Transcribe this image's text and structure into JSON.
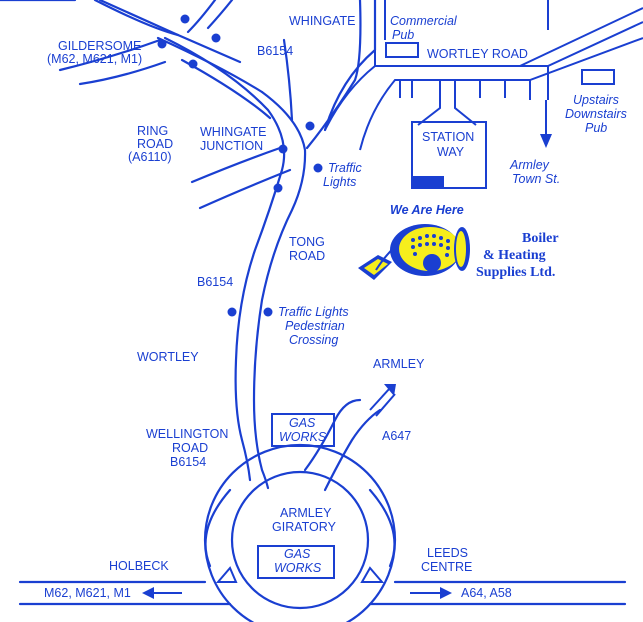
{
  "colors": {
    "ink": "#1a3fd1",
    "logo_yellow": "#f6ee1c",
    "background": "#ffffff"
  },
  "labels": {
    "gildersome": "GILDERSOME",
    "gildersome_routes": "(M62, M621, M1)",
    "ring_road": "RING",
    "ring_road_2": "ROAD",
    "ring_road_num": "(A6110)",
    "whingate": "WHINGATE",
    "b6154_top": "B6154",
    "whingate_junction": "WHINGATE",
    "whingate_junction_2": "JUNCTION",
    "traffic_lights": "Traffic",
    "traffic_lights_2": "Lights",
    "commercial_pub": "Commercial",
    "commercial_pub_2": "Pub",
    "wortley_road": "WORTLEY ROAD",
    "upstairs_pub": "Upstairs",
    "upstairs_pub_2": "Downstairs",
    "upstairs_pub_3": "Pub",
    "station_way": "STATION",
    "station_way_2": "WAY",
    "armley_town": "Armley",
    "armley_town_2": "Town St.",
    "we_are_here": "We Are Here",
    "company_1": "Boiler",
    "company_2": "& Heating",
    "company_3": "Supplies Ltd.",
    "tong_road": "TONG",
    "tong_road_2": "ROAD",
    "b6154_mid": "B6154",
    "pedestrian_lights": "Traffic Lights",
    "pedestrian_lights_2": "Pedestrian",
    "pedestrian_lights_3": "Crossing",
    "wortley": "WORTLEY",
    "armley": "ARMLEY",
    "gas_works_top": "GAS",
    "gas_works_top_2": "WORKS",
    "a647": "A647",
    "wellington_road": "WELLINGTON",
    "wellington_road_2": "ROAD",
    "wellington_road_3": "B6154",
    "armley_giratory": "ARMLEY",
    "armley_giratory_2": "GIRATORY",
    "gas_works_bottom": "GAS",
    "gas_works_bottom_2": "WORKS",
    "holbeck": "HOLBECK",
    "leeds_centre": "LEEDS",
    "leeds_centre_2": "CENTRE",
    "motorways_west": "M62, M621, M1",
    "a64_a58": "A64, A58"
  }
}
